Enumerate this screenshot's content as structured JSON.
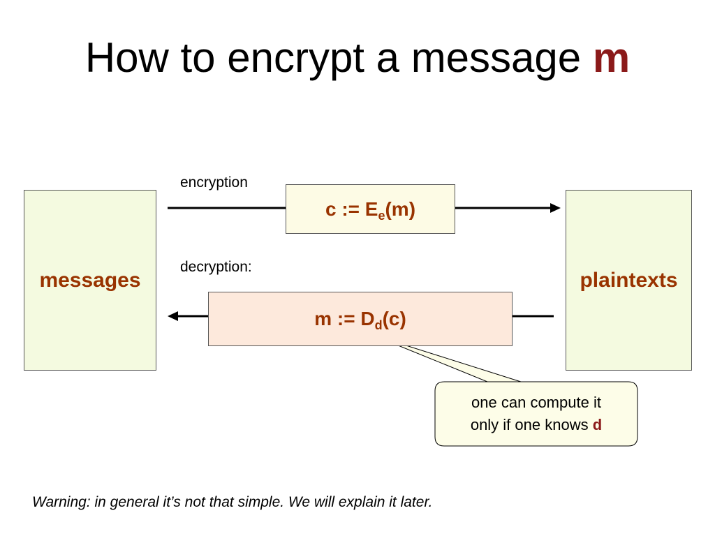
{
  "title": {
    "text": "How to encrypt a message ",
    "emphasis": "m"
  },
  "left_box": {
    "label": "messages"
  },
  "right_box": {
    "label": "plaintexts"
  },
  "encryption": {
    "label": "encryption",
    "formula_prefix": "c := E",
    "formula_sub": "e",
    "formula_suffix": "(m)"
  },
  "decryption": {
    "label": "decryption:",
    "formula_prefix": "m := D",
    "formula_sub": "d",
    "formula_suffix": "(c)"
  },
  "callout": {
    "line1": "one can compute it",
    "line2_prefix": "only if one knows ",
    "line2_emphasis": "d"
  },
  "warning": "Warning: in general it’s not that simple.  We will explain it later.",
  "colors": {
    "accent": "#993300",
    "emphasis": "#8b1a1a",
    "box_green": "#f4fae0",
    "box_cream": "#fdfbe5",
    "box_peach": "#fde9dc",
    "callout_fill": "#fdfde8"
  }
}
